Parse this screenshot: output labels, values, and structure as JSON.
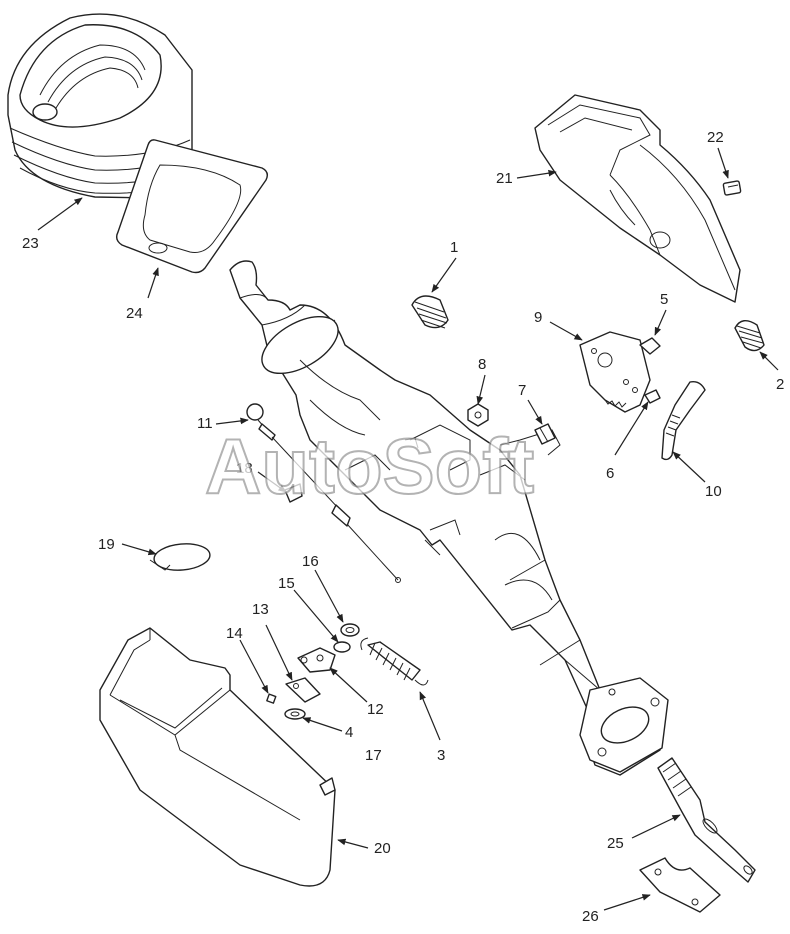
{
  "watermark": "AutoSoft",
  "callouts": [
    "1",
    "2",
    "3",
    "4",
    "5",
    "6",
    "7",
    "8",
    "9",
    "10",
    "11",
    "12",
    "13",
    "14",
    "15",
    "16",
    "17",
    "18",
    "19",
    "20",
    "21",
    "22",
    "23",
    "24",
    "25",
    "26"
  ],
  "colors": {
    "line": "#222222",
    "background": "#ffffff",
    "watermark_outline": "#9a9a9a"
  }
}
